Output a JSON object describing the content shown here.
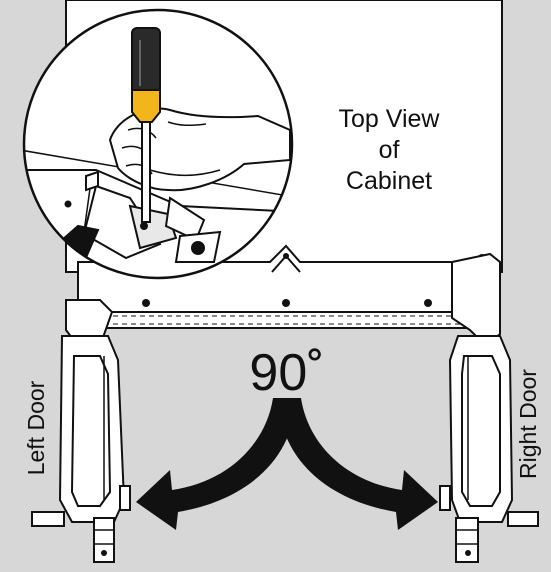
{
  "labels": {
    "cabinet_line1": "Top View",
    "cabinet_line2": "of",
    "cabinet_line3": "Cabinet",
    "angle": "90˚",
    "left_door": "Left Door",
    "right_door": "Right Door"
  },
  "colors": {
    "background_gray": "#d7d7d7",
    "cabinet_white": "#ffffff",
    "line": "#111111",
    "handle_yellow": "#f2b61b",
    "handle_dark": "#2a2a2a"
  }
}
